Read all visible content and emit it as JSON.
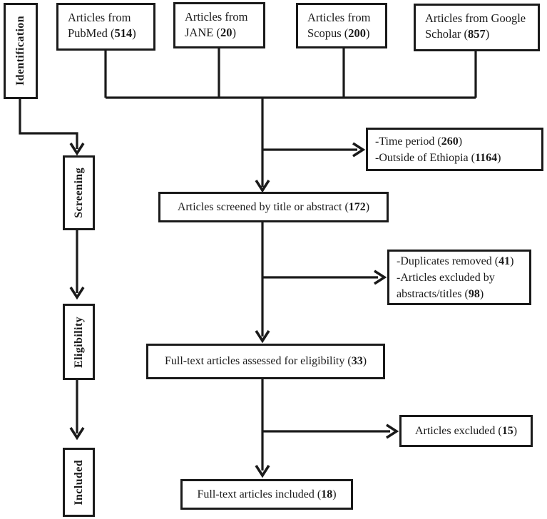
{
  "diagram": {
    "title": "PRISMA article selection flow diagram",
    "colors": {
      "ink": "#1a1a1a",
      "background": "#ffffff"
    },
    "stages": {
      "identification": "Identification",
      "screening": "Screening",
      "eligibility": "Eligibility",
      "included": "Included"
    },
    "sources": {
      "pubmed": {
        "lines": [
          [
            {
              "t": "Articles from PubMed ("
            },
            {
              "t": "514",
              "b": true
            },
            {
              "t": ")"
            }
          ]
        ]
      },
      "jane": {
        "lines": [
          [
            {
              "t": "Articles from JANE ("
            },
            {
              "t": "20",
              "b": true
            },
            {
              "t": ")"
            }
          ]
        ]
      },
      "scopus": {
        "lines": [
          [
            {
              "t": "Articles from Scopus ("
            },
            {
              "t": "200",
              "b": true
            },
            {
              "t": ")"
            }
          ]
        ]
      },
      "google_scholar": {
        "lines": [
          [
            {
              "t": "Articles from Google Scholar ("
            },
            {
              "t": "857",
              "b": true
            },
            {
              "t": ")"
            }
          ]
        ]
      }
    },
    "flow": {
      "screened": {
        "lines": [
          [
            {
              "t": "Articles screened by title or abstract ("
            },
            {
              "t": "172",
              "b": true
            },
            {
              "t": ")"
            }
          ]
        ]
      },
      "fulltext_assessed": {
        "lines": [
          [
            {
              "t": "Full-text articles assessed for eligibility ("
            },
            {
              "t": "33",
              "b": true
            },
            {
              "t": ")"
            }
          ]
        ]
      },
      "fulltext_included": {
        "lines": [
          [
            {
              "t": "Full-text articles included ("
            },
            {
              "t": "18",
              "b": true
            },
            {
              "t": ")"
            }
          ]
        ]
      }
    },
    "exclusions": {
      "first": {
        "lines": [
          [
            {
              "t": "-Time period ("
            },
            {
              "t": "260",
              "b": true
            },
            {
              "t": ")"
            }
          ],
          [
            {
              "t": "-Outside of Ethiopia ("
            },
            {
              "t": "1164",
              "b": true
            },
            {
              "t": ")"
            }
          ]
        ]
      },
      "second": {
        "lines": [
          [
            {
              "t": "-Duplicates removed ("
            },
            {
              "t": "41",
              "b": true
            },
            {
              "t": ")"
            }
          ],
          [
            {
              "t": "-Articles excluded by abstracts/titles ("
            },
            {
              "t": "98",
              "b": true
            },
            {
              "t": ")"
            }
          ]
        ]
      },
      "third": {
        "lines": [
          [
            {
              "t": "Articles excluded ("
            },
            {
              "t": "15",
              "b": true
            },
            {
              "t": ")"
            }
          ]
        ]
      }
    }
  }
}
